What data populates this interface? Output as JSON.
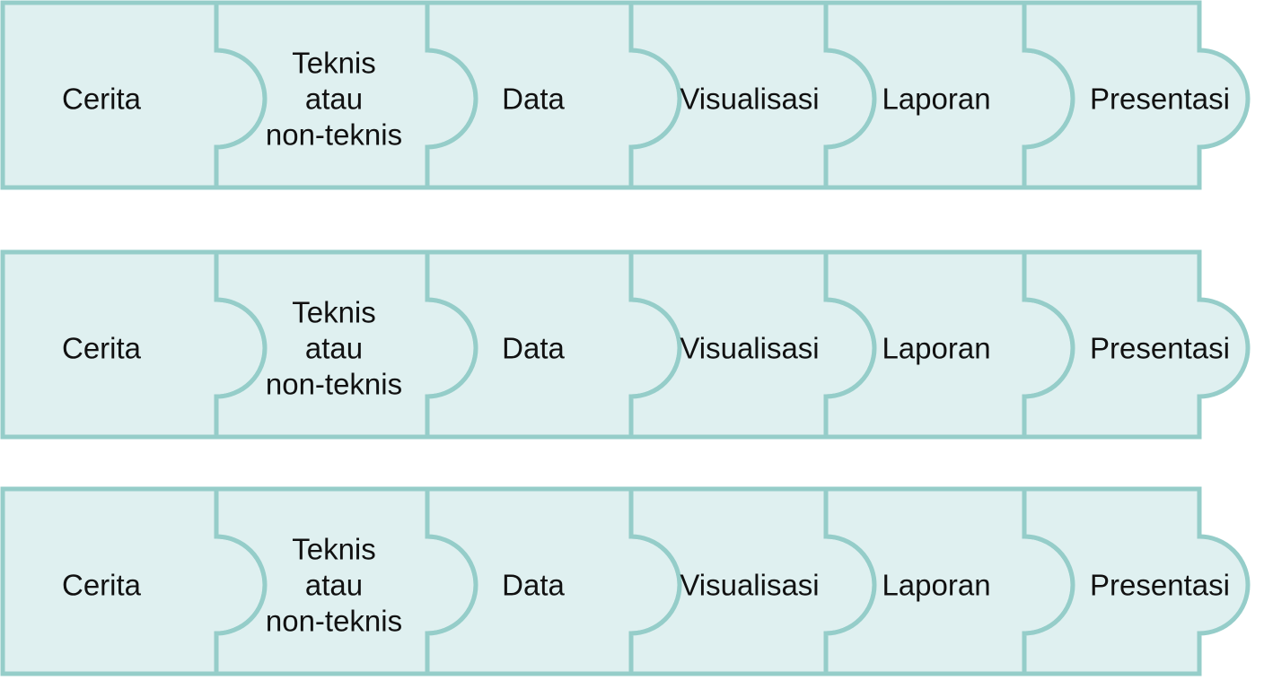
{
  "rows": [
    {
      "pieces": [
        {
          "label": [
            "Cerita"
          ]
        },
        {
          "label": [
            "Teknis",
            "atau",
            "non-teknis"
          ]
        },
        {
          "label": [
            "Data"
          ]
        },
        {
          "label": [
            "Visualisasi"
          ]
        },
        {
          "label": [
            "Laporan"
          ]
        },
        {
          "label": [
            "Presentasi"
          ]
        }
      ]
    },
    {
      "pieces": [
        {
          "label": [
            "Cerita"
          ]
        },
        {
          "label": [
            "Teknis",
            "atau",
            "non-teknis"
          ]
        },
        {
          "label": [
            "Data"
          ]
        },
        {
          "label": [
            "Visualisasi"
          ]
        },
        {
          "label": [
            "Laporan"
          ]
        },
        {
          "label": [
            "Presentasi"
          ]
        }
      ]
    },
    {
      "pieces": [
        {
          "label": [
            "Cerita"
          ]
        },
        {
          "label": [
            "Teknis",
            "atau",
            "non-teknis"
          ]
        },
        {
          "label": [
            "Data"
          ]
        },
        {
          "label": [
            "Visualisasi"
          ]
        },
        {
          "label": [
            "Laporan"
          ]
        },
        {
          "label": [
            "Presentasi"
          ]
        }
      ]
    }
  ],
  "colors": {
    "fill": "#dff0f0",
    "stroke": "#95cdc9",
    "text": "#111111"
  }
}
